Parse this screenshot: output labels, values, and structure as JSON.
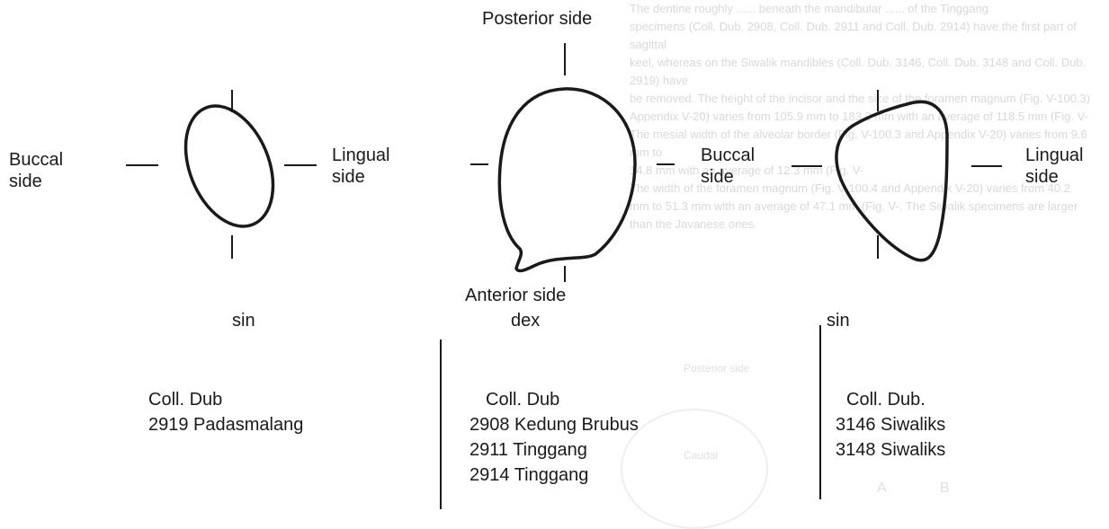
{
  "faded_background": {
    "paragraph_lines": [
      "The dentine roughly ...... beneath the mandibular ...... of the Tinggang",
      "specimens (Coll. Dub. 2908, Coll. Dub. 2911 and Coll. Dub. 2914) have the first part of sagittal",
      "keel, whereas on the Siwalik mandibles (Coll. Dub. 3146, Coll. Dub. 3148 and Coll. Dub. 2919) have",
      "be removed. The height of the incisor and the size of the foramen magnum (Fig. V-100.3)",
      "Appendix V-20) varies from 105.9 mm to 183.2 mm with an average of 118.5 mm (Fig. V-",
      "The mesial width of the alveolar border (Fig. V-100.3 and Appendix V-20) varies from 9.6 mm to",
      "14.8 mm with an average of 12.3 mm (Fig. V-",
      "The width of the foramen magnum (Fig. V-100.4 and Appendix V-20) varies from 40.2",
      "mm to 51.3 mm with an average of 47.1 mm (Fig. V-. The Siwalik specimens are larger",
      "than the Javanese ones."
    ],
    "labels": [
      "Posterior side",
      "Caudal",
      "A",
      "B"
    ]
  },
  "figures": [
    {
      "side": "sin",
      "labels": {
        "left": [
          "Buccal",
          "side"
        ],
        "right": [
          "Lingual",
          "side"
        ]
      },
      "collection": {
        "heading": "Coll. Dub",
        "items": [
          "2919 Padasmalang"
        ]
      }
    },
    {
      "side": "dex",
      "labels": {
        "top": "Posterior side",
        "bottom": "Anterior side",
        "left": "",
        "right": [
          "Buccal",
          "side"
        ]
      },
      "collection": {
        "heading": "Coll. Dub",
        "items": [
          "2908 Kedung Brubus",
          "2911 Tinggang",
          "2914 Tinggang"
        ]
      }
    },
    {
      "side": "sin",
      "labels": {
        "right": [
          "Lingual",
          "side"
        ]
      },
      "collection": {
        "heading": "Coll. Dub.",
        "items": [
          "3146 Siwaliks",
          "3148 Siwaliks"
        ]
      }
    }
  ],
  "colors": {
    "ink": "#1a1a1a",
    "faded": "#d9d9d9"
  }
}
